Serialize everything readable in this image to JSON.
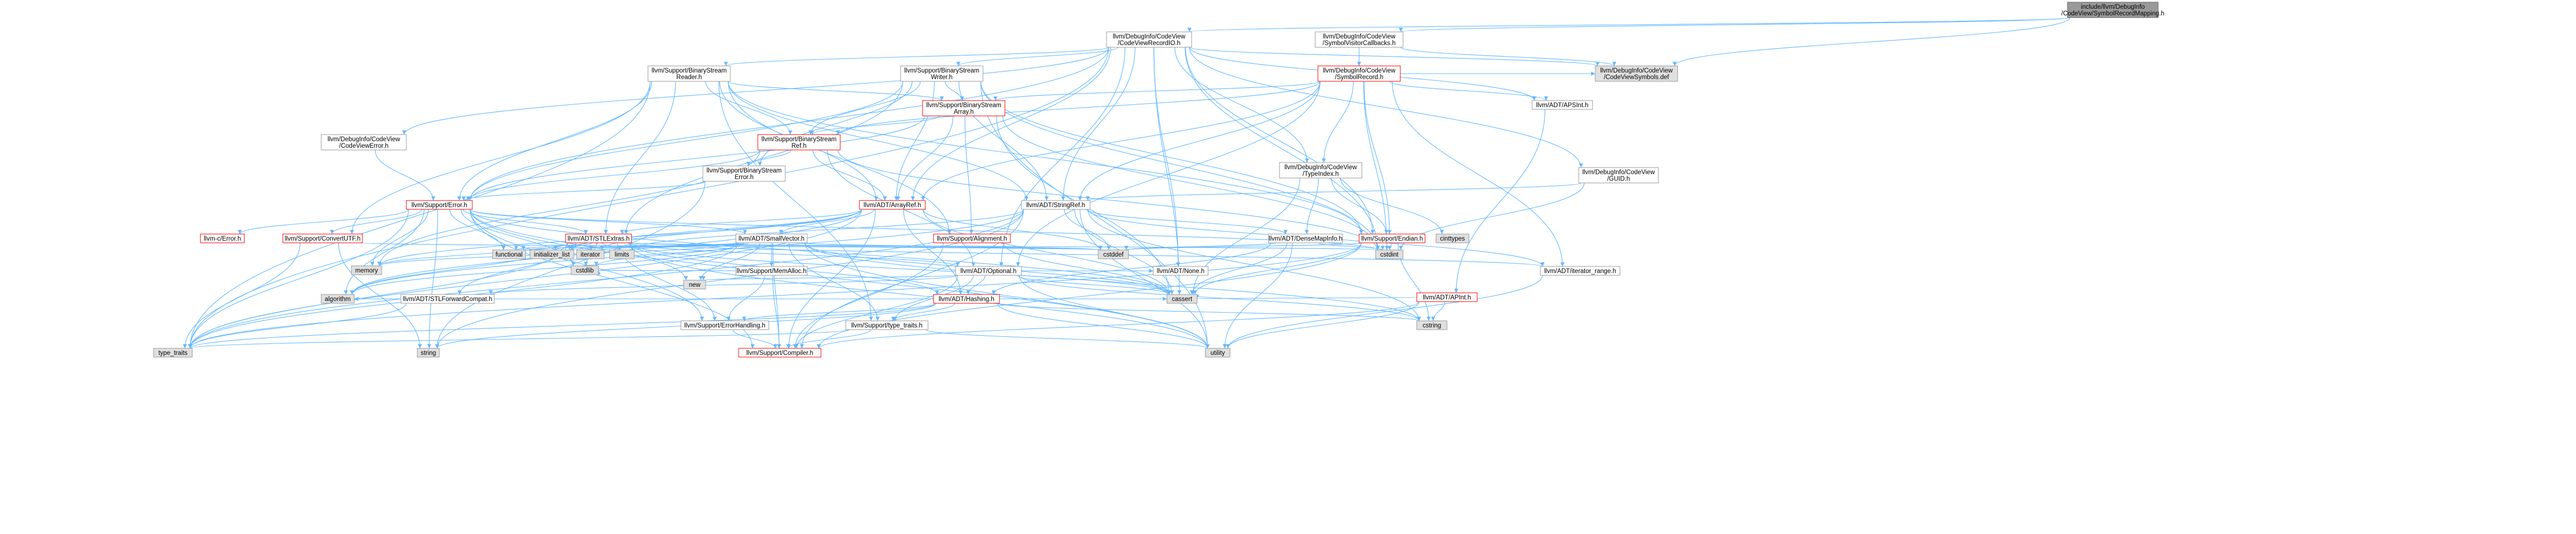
{
  "nodes": [
    {
      "id": "root",
      "lines": [
        "include/llvm/DebugInfo",
        "/CodeView/SymbolRecordMapping.h"
      ],
      "style": "root"
    },
    {
      "id": "cvrecordio",
      "lines": [
        "llvm/DebugInfo/CodeView",
        "/CodeViewRecordIO.h"
      ],
      "style": "plain"
    },
    {
      "id": "symvisitcb",
      "lines": [
        "llvm/DebugInfo/CodeView",
        "/SymbolVisitorCallbacks.h"
      ],
      "style": "plain"
    },
    {
      "id": "symrecord",
      "lines": [
        "llvm/DebugInfo/CodeView",
        "/SymbolRecord.h"
      ],
      "style": "red"
    },
    {
      "id": "cvsymbols",
      "lines": [
        "llvm/DebugInfo/CodeView",
        "/CodeViewSymbols.def"
      ],
      "style": "gray"
    },
    {
      "id": "bsreader",
      "lines": [
        "llvm/Support/BinaryStream",
        "Reader.h"
      ],
      "style": "plain"
    },
    {
      "id": "bswriter",
      "lines": [
        "llvm/Support/BinaryStream",
        "Writer.h"
      ],
      "style": "plain"
    },
    {
      "id": "bsarray",
      "lines": [
        "llvm/Support/BinaryStream",
        "Array.h"
      ],
      "style": "red"
    },
    {
      "id": "bsref",
      "lines": [
        "llvm/Support/BinaryStream",
        "Ref.h"
      ],
      "style": "red"
    },
    {
      "id": "bserror",
      "lines": [
        "llvm/Support/BinaryStream",
        "Error.h"
      ],
      "style": "plain"
    },
    {
      "id": "cverror",
      "lines": [
        "llvm/DebugInfo/CodeView",
        "/CodeViewError.h"
      ],
      "style": "plain"
    },
    {
      "id": "apsint",
      "lines": [
        "llvm/ADT/APSInt.h"
      ],
      "style": "plain"
    },
    {
      "id": "guid",
      "lines": [
        "llvm/DebugInfo/CodeView",
        "/GUID.h"
      ],
      "style": "plain"
    },
    {
      "id": "typeindex",
      "lines": [
        "llvm/DebugInfo/CodeView",
        "/TypeIndex.h"
      ],
      "style": "plain"
    },
    {
      "id": "supperror",
      "lines": [
        "llvm/Support/Error.h"
      ],
      "style": "red"
    },
    {
      "id": "arrayref",
      "lines": [
        "llvm/ADT/ArrayRef.h"
      ],
      "style": "red"
    },
    {
      "id": "stringref",
      "lines": [
        "llvm/ADT/StringRef.h"
      ],
      "style": "plain"
    },
    {
      "id": "endian",
      "lines": [
        "llvm/Support/Endian.h"
      ],
      "style": "red"
    },
    {
      "id": "cinttypes",
      "lines": [
        "cinttypes"
      ],
      "style": "gray"
    },
    {
      "id": "densemapinfo",
      "lines": [
        "llvm/ADT/DenseMapInfo.h"
      ],
      "style": "plain"
    },
    {
      "id": "cerror",
      "lines": [
        "llvm-c/Error.h"
      ],
      "style": "red"
    },
    {
      "id": "convertutf",
      "lines": [
        "llvm/Support/ConvertUTF.h"
      ],
      "style": "red"
    },
    {
      "id": "stlextras",
      "lines": [
        "llvm/ADT/STLExtras.h"
      ],
      "style": "red"
    },
    {
      "id": "smallvector",
      "lines": [
        "llvm/ADT/SmallVector.h"
      ],
      "style": "plain"
    },
    {
      "id": "alignment",
      "lines": [
        "llvm/Support/Alignment.h"
      ],
      "style": "red"
    },
    {
      "id": "memalloc",
      "lines": [
        "llvm/Support/MemAlloc.h"
      ],
      "style": "plain"
    },
    {
      "id": "optional",
      "lines": [
        "llvm/ADT/Optional.h"
      ],
      "style": "plain"
    },
    {
      "id": "nonet",
      "lines": [
        "llvm/ADT/None.h"
      ],
      "style": "plain"
    },
    {
      "id": "iterrange",
      "lines": [
        "llvm/ADT/iterator_range.h"
      ],
      "style": "plain"
    },
    {
      "id": "stlfwd",
      "lines": [
        "llvm/ADT/STLForwardCompat.h"
      ],
      "style": "plain"
    },
    {
      "id": "hashing",
      "lines": [
        "llvm/ADT/Hashing.h"
      ],
      "style": "red"
    },
    {
      "id": "apint",
      "lines": [
        "llvm/ADT/APInt.h"
      ],
      "style": "red"
    },
    {
      "id": "errhandling",
      "lines": [
        "llvm/Support/ErrorHandling.h"
      ],
      "style": "plain"
    },
    {
      "id": "typetraitsh",
      "lines": [
        "llvm/Support/type_traits.h"
      ],
      "style": "plain"
    },
    {
      "id": "compiler",
      "lines": [
        "llvm/Support/Compiler.h"
      ],
      "style": "red"
    },
    {
      "id": "functional",
      "lines": [
        "functional"
      ],
      "style": "gray"
    },
    {
      "id": "initlist",
      "lines": [
        "initializer_list"
      ],
      "style": "gray"
    },
    {
      "id": "iterator",
      "lines": [
        "iterator"
      ],
      "style": "gray"
    },
    {
      "id": "limits",
      "lines": [
        "limits"
      ],
      "style": "gray"
    },
    {
      "id": "cstddef",
      "lines": [
        "cstddef"
      ],
      "style": "gray"
    },
    {
      "id": "cstdint",
      "lines": [
        "cstdint"
      ],
      "style": "gray"
    },
    {
      "id": "memory",
      "lines": [
        "memory"
      ],
      "style": "gray"
    },
    {
      "id": "cstdlib",
      "lines": [
        "cstdlib"
      ],
      "style": "gray"
    },
    {
      "id": "new",
      "lines": [
        "new"
      ],
      "style": "gray"
    },
    {
      "id": "algorithm",
      "lines": [
        "algorithm"
      ],
      "style": "gray"
    },
    {
      "id": "cassert",
      "lines": [
        "cassert"
      ],
      "style": "gray"
    },
    {
      "id": "cstring",
      "lines": [
        "cstring"
      ],
      "style": "gray"
    },
    {
      "id": "typetraits",
      "lines": [
        "type_traits"
      ],
      "style": "gray"
    },
    {
      "id": "string",
      "lines": [
        "string"
      ],
      "style": "gray"
    },
    {
      "id": "utility",
      "lines": [
        "utility"
      ],
      "style": "gray"
    }
  ],
  "edges": [
    [
      "root",
      "cvrecordio"
    ],
    [
      "root",
      "symvisitcb"
    ],
    [
      "root",
      "cvsymbols"
    ],
    [
      "symvisitcb",
      "symrecord"
    ],
    [
      "symvisitcb",
      "cvsymbols"
    ],
    [
      "cvrecordio",
      "bsreader"
    ],
    [
      "cvrecordio",
      "bswriter"
    ],
    [
      "cvrecordio",
      "cverror"
    ],
    [
      "cvrecordio",
      "guid"
    ],
    [
      "cvrecordio",
      "typeindex"
    ],
    [
      "cvrecordio",
      "apsint"
    ],
    [
      "cvrecordio",
      "cvsymbols"
    ],
    [
      "cvrecordio",
      "supperror"
    ],
    [
      "cvrecordio",
      "arrayref"
    ],
    [
      "cvrecordio",
      "stringref"
    ],
    [
      "cvrecordio",
      "optional"
    ],
    [
      "cvrecordio",
      "nonet"
    ],
    [
      "cvrecordio",
      "cassert"
    ],
    [
      "cvrecordio",
      "cstdint"
    ],
    [
      "cvrecordio",
      "typetraits"
    ],
    [
      "cvrecordio",
      "endian"
    ],
    [
      "symrecord",
      "bsarray"
    ],
    [
      "symrecord",
      "typeindex"
    ],
    [
      "symrecord",
      "apsint"
    ],
    [
      "symrecord",
      "arrayref"
    ],
    [
      "symrecord",
      "stringref"
    ],
    [
      "symrecord",
      "optional"
    ],
    [
      "symrecord",
      "endian"
    ],
    [
      "symrecord",
      "iterrange"
    ],
    [
      "symrecord",
      "cstdint"
    ],
    [
      "symrecord",
      "bsref"
    ],
    [
      "symrecord",
      "cvsymbols"
    ],
    [
      "bsreader",
      "bsarray"
    ],
    [
      "bsreader",
      "bsref"
    ],
    [
      "bsreader",
      "alignment"
    ],
    [
      "bsreader",
      "convertutf"
    ],
    [
      "bsreader",
      "supperror"
    ],
    [
      "bsreader",
      "arrayref"
    ],
    [
      "bsreader",
      "stlextras"
    ],
    [
      "bsreader",
      "stringref"
    ],
    [
      "bsreader",
      "endian"
    ],
    [
      "bsreader",
      "typetraits"
    ],
    [
      "bsreader",
      "typetraitsh"
    ],
    [
      "bswriter",
      "bsarray"
    ],
    [
      "bswriter",
      "bsref"
    ],
    [
      "bswriter",
      "bserror"
    ],
    [
      "bswriter",
      "supperror"
    ],
    [
      "bswriter",
      "arrayref"
    ],
    [
      "bswriter",
      "stlextras"
    ],
    [
      "bswriter",
      "stringref"
    ],
    [
      "bswriter",
      "endian"
    ],
    [
      "bswriter",
      "cstdint"
    ],
    [
      "bswriter",
      "utility"
    ],
    [
      "bsarray",
      "bsref"
    ],
    [
      "bsarray",
      "arrayref"
    ],
    [
      "bsarray",
      "supperror"
    ],
    [
      "bsarray",
      "alignment"
    ],
    [
      "bsarray",
      "cassert"
    ],
    [
      "bsarray",
      "cstdint"
    ],
    [
      "bsref",
      "bserror"
    ],
    [
      "bsref",
      "arrayref"
    ],
    [
      "bsref",
      "optional"
    ],
    [
      "bsref",
      "supperror"
    ],
    [
      "bsref",
      "cstdint"
    ],
    [
      "bsref",
      "memory"
    ],
    [
      "bserror",
      "supperror"
    ],
    [
      "bserror",
      "string"
    ],
    [
      "cverror",
      "supperror"
    ],
    [
      "apsint",
      "apint"
    ],
    [
      "guid",
      "cstdint"
    ],
    [
      "guid",
      "stringref"
    ],
    [
      "typeindex",
      "densemapinfo"
    ],
    [
      "typeindex",
      "endian"
    ],
    [
      "typeindex",
      "cassert"
    ],
    [
      "typeindex",
      "cinttypes"
    ],
    [
      "supperror",
      "cerror"
    ],
    [
      "supperror",
      "convertutf"
    ],
    [
      "supperror",
      "stlextras"
    ],
    [
      "supperror",
      "smallvector"
    ],
    [
      "supperror",
      "compiler"
    ],
    [
      "supperror",
      "errhandling"
    ],
    [
      "supperror",
      "typetraits"
    ],
    [
      "supperror",
      "algorithm"
    ],
    [
      "supperror",
      "cassert"
    ],
    [
      "supperror",
      "cstdint"
    ],
    [
      "supperror",
      "cstdlib"
    ],
    [
      "supperror",
      "functional"
    ],
    [
      "supperror",
      "memory"
    ],
    [
      "supperror",
      "new"
    ],
    [
      "supperror",
      "string"
    ],
    [
      "supperror",
      "utility"
    ],
    [
      "arrayref",
      "hashing"
    ],
    [
      "arrayref",
      "smallvector"
    ],
    [
      "arrayref",
      "stlextras"
    ],
    [
      "arrayref",
      "compiler"
    ],
    [
      "arrayref",
      "algorithm"
    ],
    [
      "arrayref",
      "cassert"
    ],
    [
      "arrayref",
      "cstddef"
    ],
    [
      "arrayref",
      "initlist"
    ],
    [
      "arrayref",
      "iterator"
    ],
    [
      "arrayref",
      "memory"
    ],
    [
      "arrayref",
      "typetraits"
    ],
    [
      "stringref",
      "densemapinfo"
    ],
    [
      "stringref",
      "iterrange"
    ],
    [
      "stringref",
      "compiler"
    ],
    [
      "stringref",
      "algorithm"
    ],
    [
      "stringref",
      "cassert"
    ],
    [
      "stringref",
      "cstddef"
    ],
    [
      "stringref",
      "cstring"
    ],
    [
      "stringref",
      "limits"
    ],
    [
      "stringref",
      "string"
    ],
    [
      "stringref",
      "typetraits"
    ],
    [
      "stringref",
      "utility"
    ],
    [
      "endian",
      "compiler"
    ],
    [
      "endian",
      "cassert"
    ],
    [
      "endian",
      "cstddef"
    ],
    [
      "endian",
      "cstdint"
    ],
    [
      "endian",
      "cstring"
    ],
    [
      "endian",
      "typetraits"
    ],
    [
      "densemapinfo",
      "cassert"
    ],
    [
      "densemapinfo",
      "cstddef"
    ],
    [
      "densemapinfo",
      "cstdint"
    ],
    [
      "densemapinfo",
      "utility"
    ],
    [
      "densemapinfo",
      "hashing"
    ],
    [
      "convertutf",
      "cstddef"
    ],
    [
      "convertutf",
      "string"
    ],
    [
      "convertutf",
      "typetraits"
    ],
    [
      "stlextras",
      "stlfwd"
    ],
    [
      "stlextras",
      "iterrange"
    ],
    [
      "stlextras",
      "optional"
    ],
    [
      "stlextras",
      "errhandling"
    ],
    [
      "stlextras",
      "algorithm"
    ],
    [
      "stlextras",
      "cassert"
    ],
    [
      "stlextras",
      "cstddef"
    ],
    [
      "stlextras",
      "cstdint"
    ],
    [
      "stlextras",
      "cstdlib"
    ],
    [
      "stlextras",
      "functional"
    ],
    [
      "stlextras",
      "initlist"
    ],
    [
      "stlextras",
      "iterator"
    ],
    [
      "stlextras",
      "limits"
    ],
    [
      "stlextras",
      "memory"
    ],
    [
      "stlextras",
      "typetraits"
    ],
    [
      "stlextras",
      "utility"
    ],
    [
      "stlextras",
      "hashing"
    ],
    [
      "smallvector",
      "memalloc"
    ],
    [
      "smallvector",
      "typetraitsh"
    ],
    [
      "smallvector",
      "compiler"
    ],
    [
      "smallvector",
      "algorithm"
    ],
    [
      "smallvector",
      "cassert"
    ],
    [
      "smallvector",
      "cstddef"
    ],
    [
      "smallvector",
      "cstdlib"
    ],
    [
      "smallvector",
      "cstring"
    ],
    [
      "smallvector",
      "functional"
    ],
    [
      "smallvector",
      "initlist"
    ],
    [
      "smallvector",
      "iterator"
    ],
    [
      "smallvector",
      "limits"
    ],
    [
      "smallvector",
      "memory"
    ],
    [
      "smallvector",
      "new"
    ],
    [
      "smallvector",
      "typetraits"
    ],
    [
      "smallvector",
      "utility"
    ],
    [
      "alignment",
      "compiler"
    ],
    [
      "alignment",
      "cassert"
    ],
    [
      "memalloc",
      "compiler"
    ],
    [
      "memalloc",
      "errhandling"
    ],
    [
      "memalloc",
      "cstdlib"
    ],
    [
      "optional",
      "hashing"
    ],
    [
      "optional",
      "nonet"
    ],
    [
      "optional",
      "stlfwd"
    ],
    [
      "optional",
      "typetraitsh"
    ],
    [
      "optional",
      "compiler"
    ],
    [
      "optional",
      "cassert"
    ],
    [
      "optional",
      "cstring"
    ],
    [
      "optional",
      "new"
    ],
    [
      "optional",
      "utility"
    ],
    [
      "stlfwd",
      "typetraits"
    ],
    [
      "hashing",
      "errhandling"
    ],
    [
      "hashing",
      "typetraitsh"
    ],
    [
      "hashing",
      "algorithm"
    ],
    [
      "hashing",
      "cassert"
    ],
    [
      "hashing",
      "cstring"
    ],
    [
      "hashing",
      "string"
    ],
    [
      "hashing",
      "typetraits"
    ],
    [
      "hashing",
      "utility"
    ],
    [
      "apint",
      "compiler"
    ],
    [
      "apint",
      "cassert"
    ],
    [
      "apint",
      "cstring"
    ],
    [
      "apint",
      "utility"
    ],
    [
      "errhandling",
      "compiler"
    ],
    [
      "typetraitsh",
      "compiler"
    ],
    [
      "typetraitsh",
      "typetraits"
    ],
    [
      "typetraitsh",
      "utility"
    ],
    [
      "iterrange",
      "utility"
    ]
  ],
  "colors": {
    "root_fill": "#999999",
    "root_stroke": "#666666",
    "node_fill": "#ffffff",
    "node_stroke": "#999999",
    "red_stroke": "#ff0000",
    "gray_fill": "#e0e0e0",
    "edge": "#63b8ff"
  }
}
